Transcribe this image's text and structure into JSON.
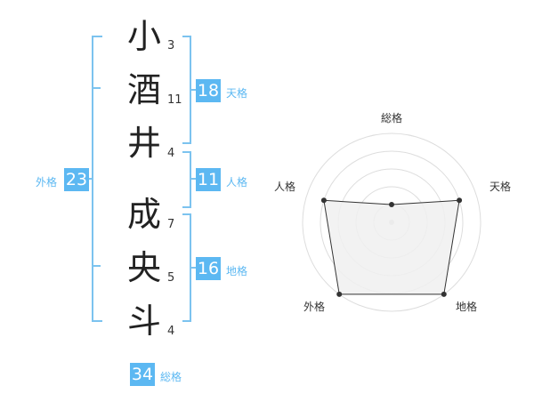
{
  "name": {
    "characters": [
      {
        "char": "小",
        "strokes": "3"
      },
      {
        "char": "酒",
        "strokes": "11"
      },
      {
        "char": "井",
        "strokes": "4"
      },
      {
        "char": "成",
        "strokes": "7"
      },
      {
        "char": "央",
        "strokes": "5"
      },
      {
        "char": "斗",
        "strokes": "4"
      }
    ]
  },
  "fortune": {
    "tenkaku": {
      "value": "18",
      "label": "天格"
    },
    "jinkaku": {
      "value": "11",
      "label": "人格"
    },
    "chikaku": {
      "value": "16",
      "label": "地格"
    },
    "gaikaku": {
      "value": "23",
      "label": "外格"
    },
    "soukaku": {
      "value": "34",
      "label": "総格"
    }
  },
  "radar": {
    "axes": [
      "総格",
      "天格",
      "地格",
      "外格",
      "人格"
    ],
    "levels": 5,
    "values": [
      1,
      4,
      5,
      5,
      4
    ],
    "max": 5,
    "colors": {
      "fill": "#f0f0f0",
      "stroke": "#333333",
      "grid": "#dddddd",
      "point": "#333333"
    }
  }
}
